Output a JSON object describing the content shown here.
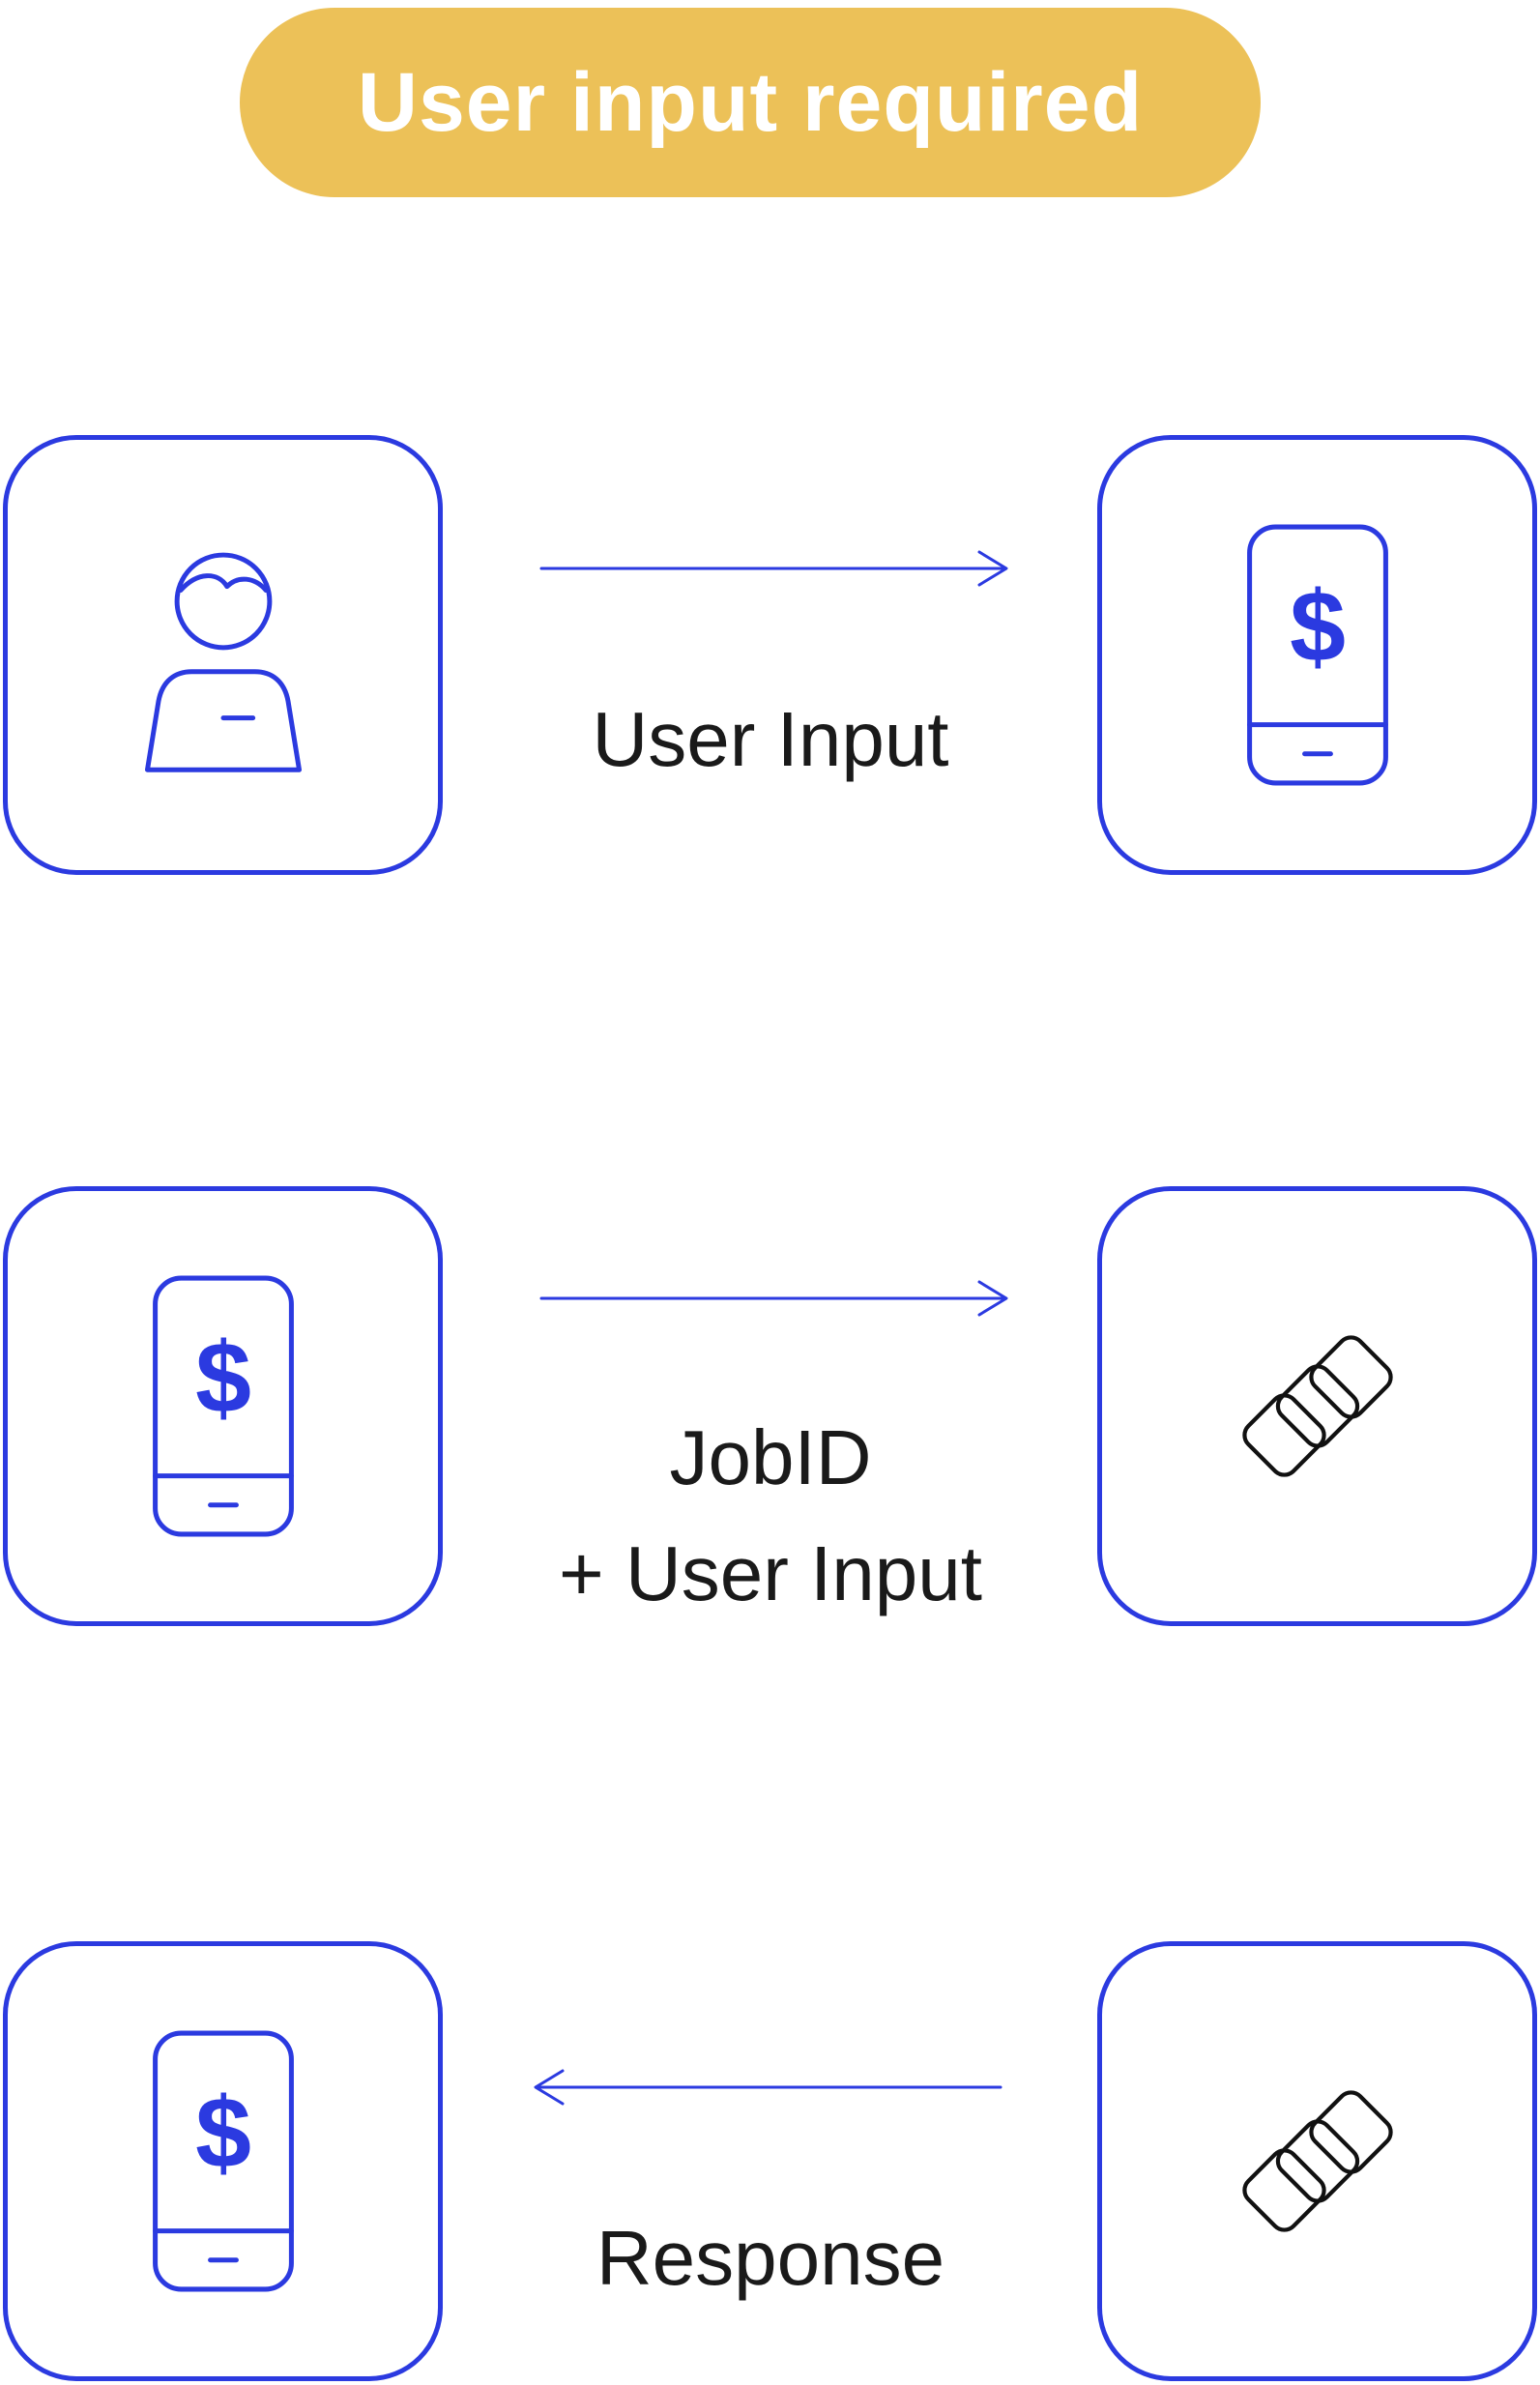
{
  "badge": {
    "label": "User input required",
    "background": "#ECC158",
    "text_color": "#FFFFFF"
  },
  "colors": {
    "blue": "#2B3AE0",
    "ink": "#1A1A1A",
    "yellow": "#ECC158",
    "logo": "#111111"
  },
  "rows": [
    {
      "left_icon": "user-icon",
      "arrow_direction": "right",
      "label_lines": [
        "User Input"
      ],
      "right_icon": "phone-dollar-icon"
    },
    {
      "left_icon": "phone-dollar-icon",
      "arrow_direction": "right",
      "label_lines": [
        "JobID",
        "+ User Input"
      ],
      "right_icon": "plaid-logo-icon"
    },
    {
      "left_icon": "phone-dollar-icon",
      "arrow_direction": "left",
      "label_lines": [
        "Response"
      ],
      "right_icon": "plaid-logo-icon"
    }
  ]
}
